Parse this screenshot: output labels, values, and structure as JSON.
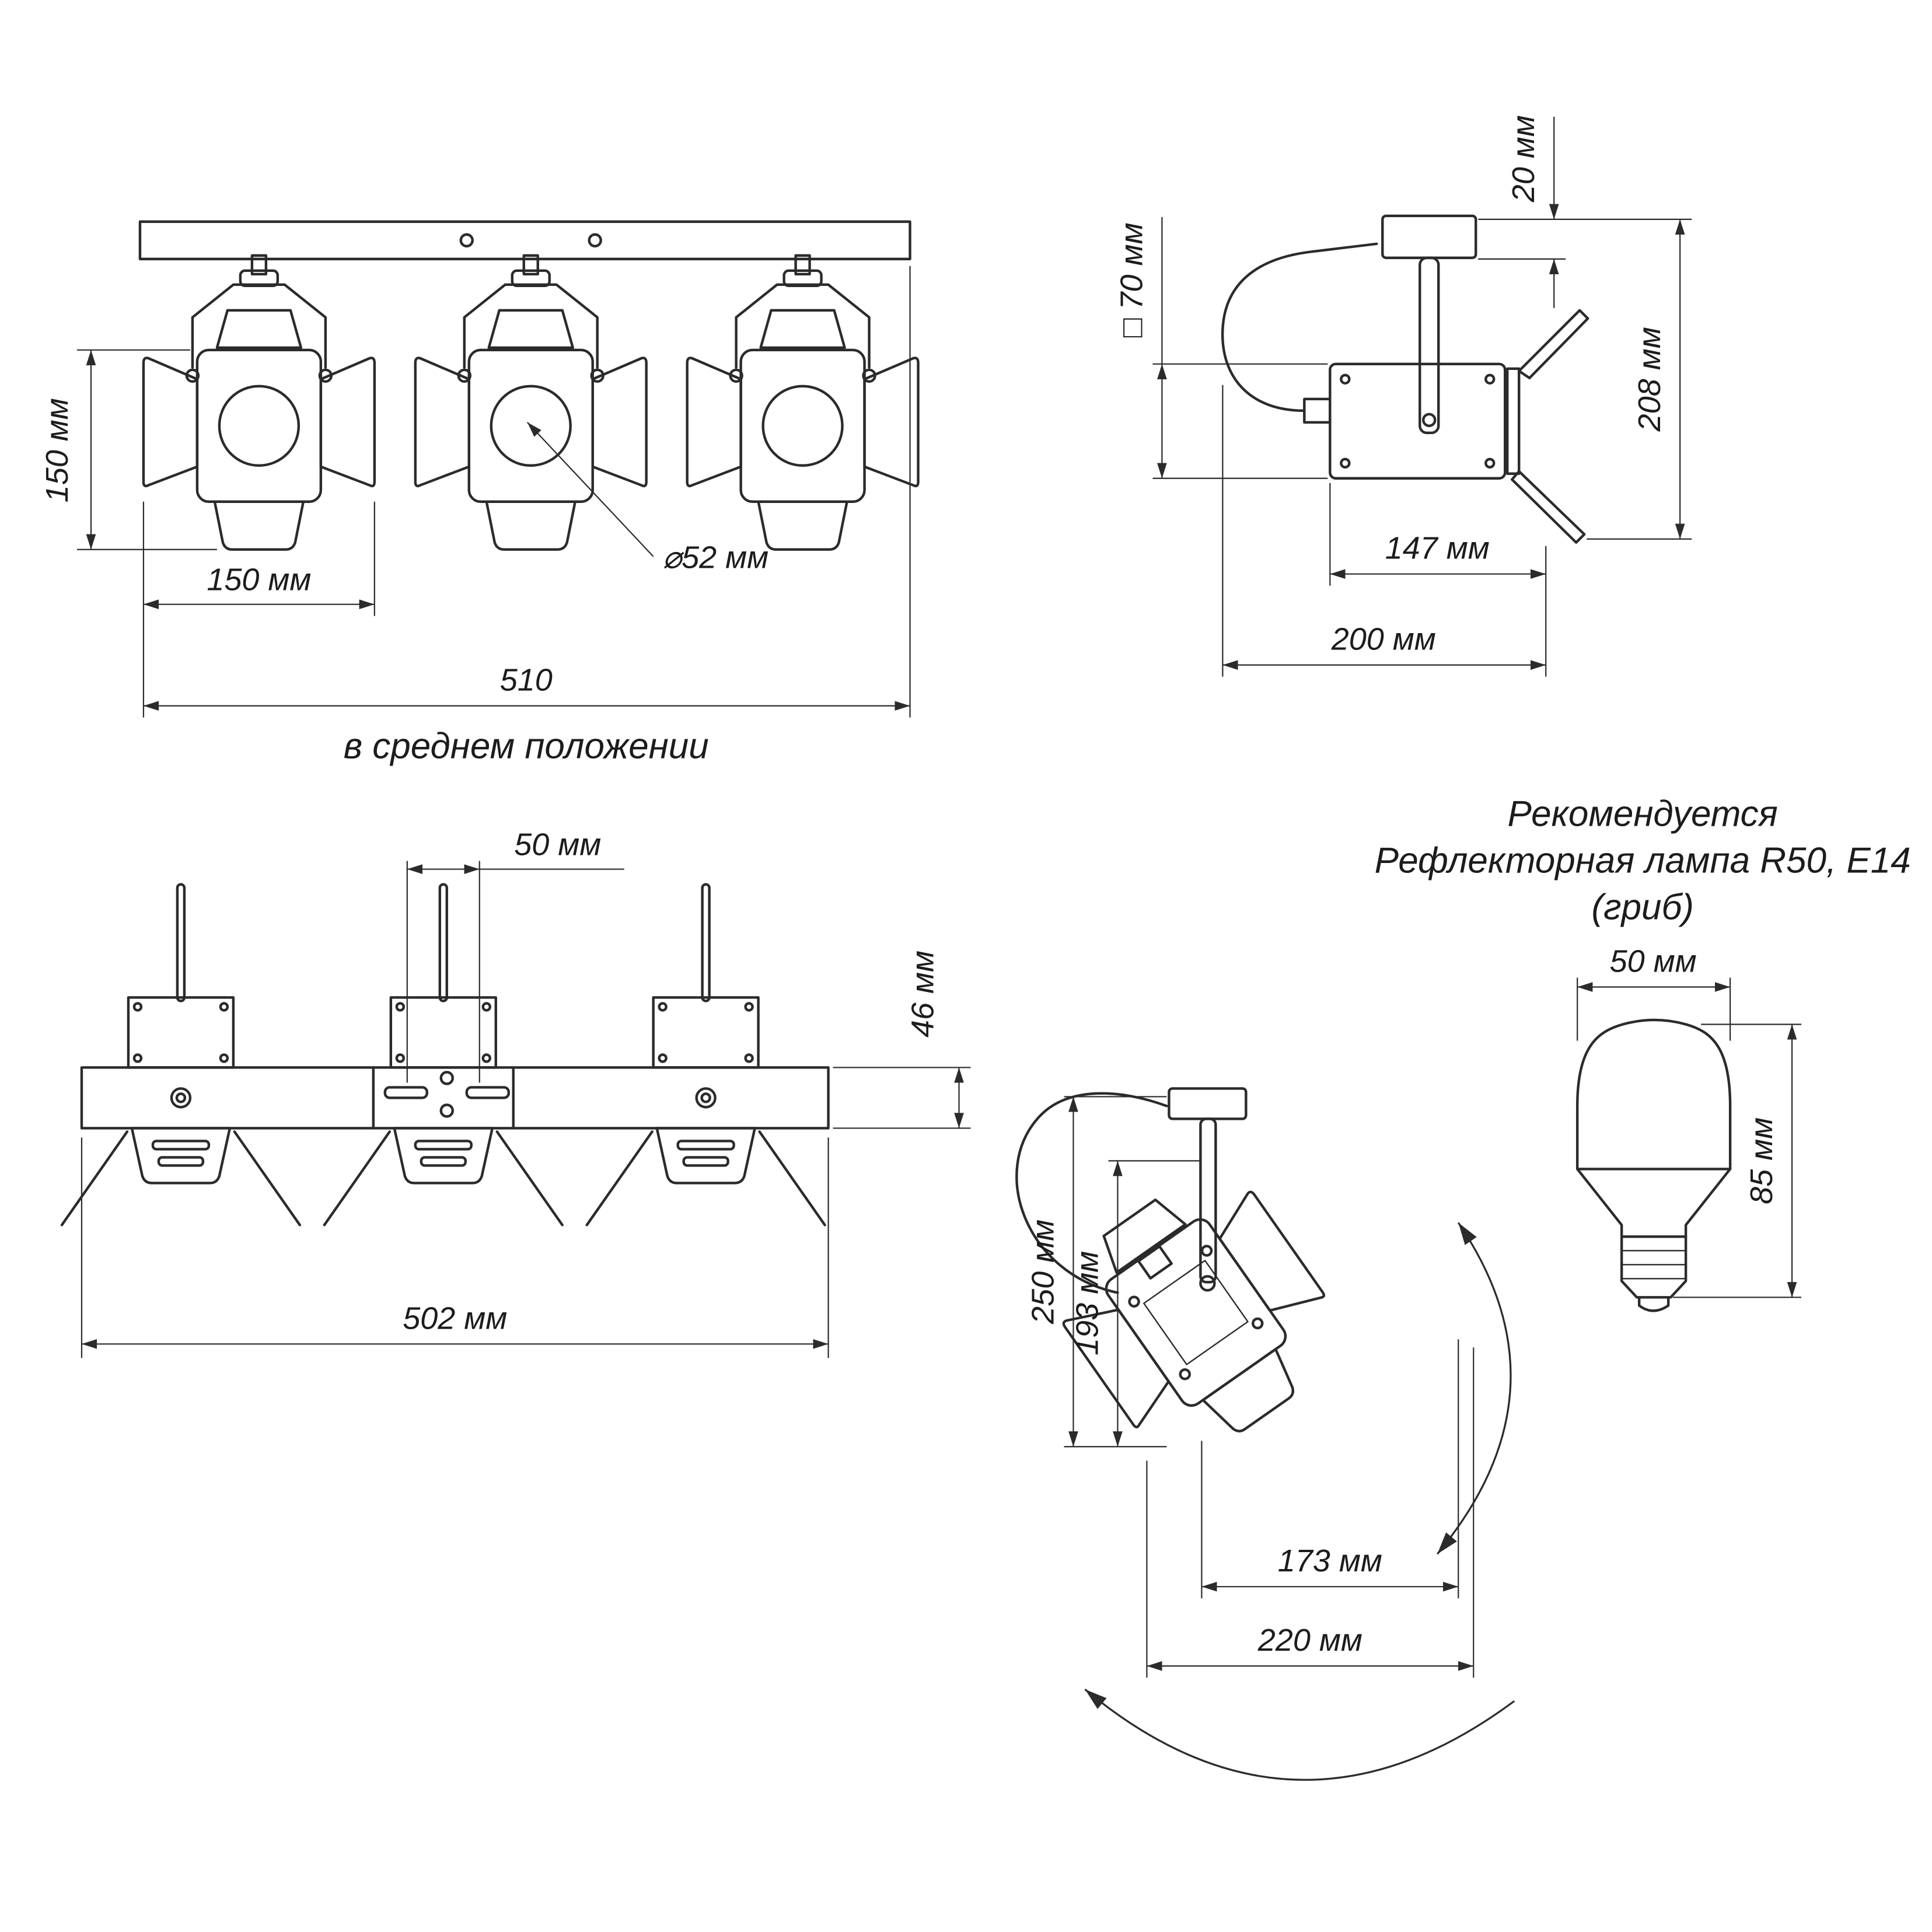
{
  "meta": {
    "type": "technical-dimension-drawing",
    "product": "triple-head-spotlight-ceiling-fixture"
  },
  "front_view": {
    "dim_height": "150 мм",
    "dim_head_width": "150 мм",
    "dim_overall_width": "510",
    "overall_note": "в среднем положении",
    "dim_lens_diameter": "⌀52 мм"
  },
  "side_view": {
    "dim_canopy_height": "20 мм",
    "dim_body_square": "□ 70 мм",
    "dim_overall_height": "208 мм",
    "dim_body_depth": "147 мм",
    "dim_overall_depth": "200 мм"
  },
  "top_view": {
    "dim_center_offset": "50 мм",
    "dim_bar_depth": "46 мм",
    "dim_bar_length": "502 мм"
  },
  "tilt_view": {
    "dim_overall_drop": "250 мм",
    "dim_head_drop": "193 мм",
    "dim_head_width": "173 мм",
    "dim_overall_width": "220 мм"
  },
  "lamp": {
    "note_line1": "Рекомендуется",
    "note_line2": "Рефлекторная лампа R50, E14",
    "note_line3": "(гриб)",
    "dim_diameter": "50 мм",
    "dim_height": "85 мм"
  }
}
